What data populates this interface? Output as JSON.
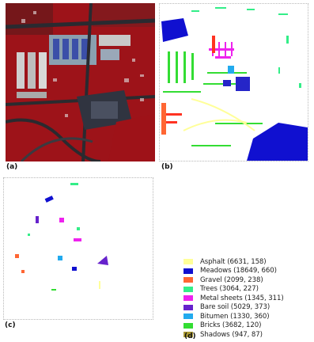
{
  "figure": {
    "panels": [
      {
        "id": "a",
        "caption": "(a)",
        "kind": "false-color-image"
      },
      {
        "id": "b",
        "caption": "(b)",
        "kind": "ground-truth-map"
      },
      {
        "id": "c",
        "caption": "(c)",
        "kind": "training-samples-map"
      },
      {
        "id": "d",
        "caption": "(d)",
        "kind": "legend"
      }
    ],
    "legend": [
      {
        "label": "Asphalt (6631, 158)",
        "color": "#ffff99"
      },
      {
        "label": "Meadows (18649, 660)",
        "color": "#1010d0"
      },
      {
        "label": "Gravel (2099, 238)",
        "color": "#ff6633"
      },
      {
        "label": "Trees (3064, 227)",
        "color": "#33ee88"
      },
      {
        "label": "Metal sheets (1345, 311)",
        "color": "#ee22ee"
      },
      {
        "label": "Bare soil (5029, 373)",
        "color": "#6622cc"
      },
      {
        "label": "Bitumen (1330, 360)",
        "color": "#22aaee"
      },
      {
        "label": "Bricks (3682, 120)",
        "color": "#33dd33"
      },
      {
        "label": "Shadows (947, 87)",
        "color": "#aa9933"
      }
    ]
  }
}
